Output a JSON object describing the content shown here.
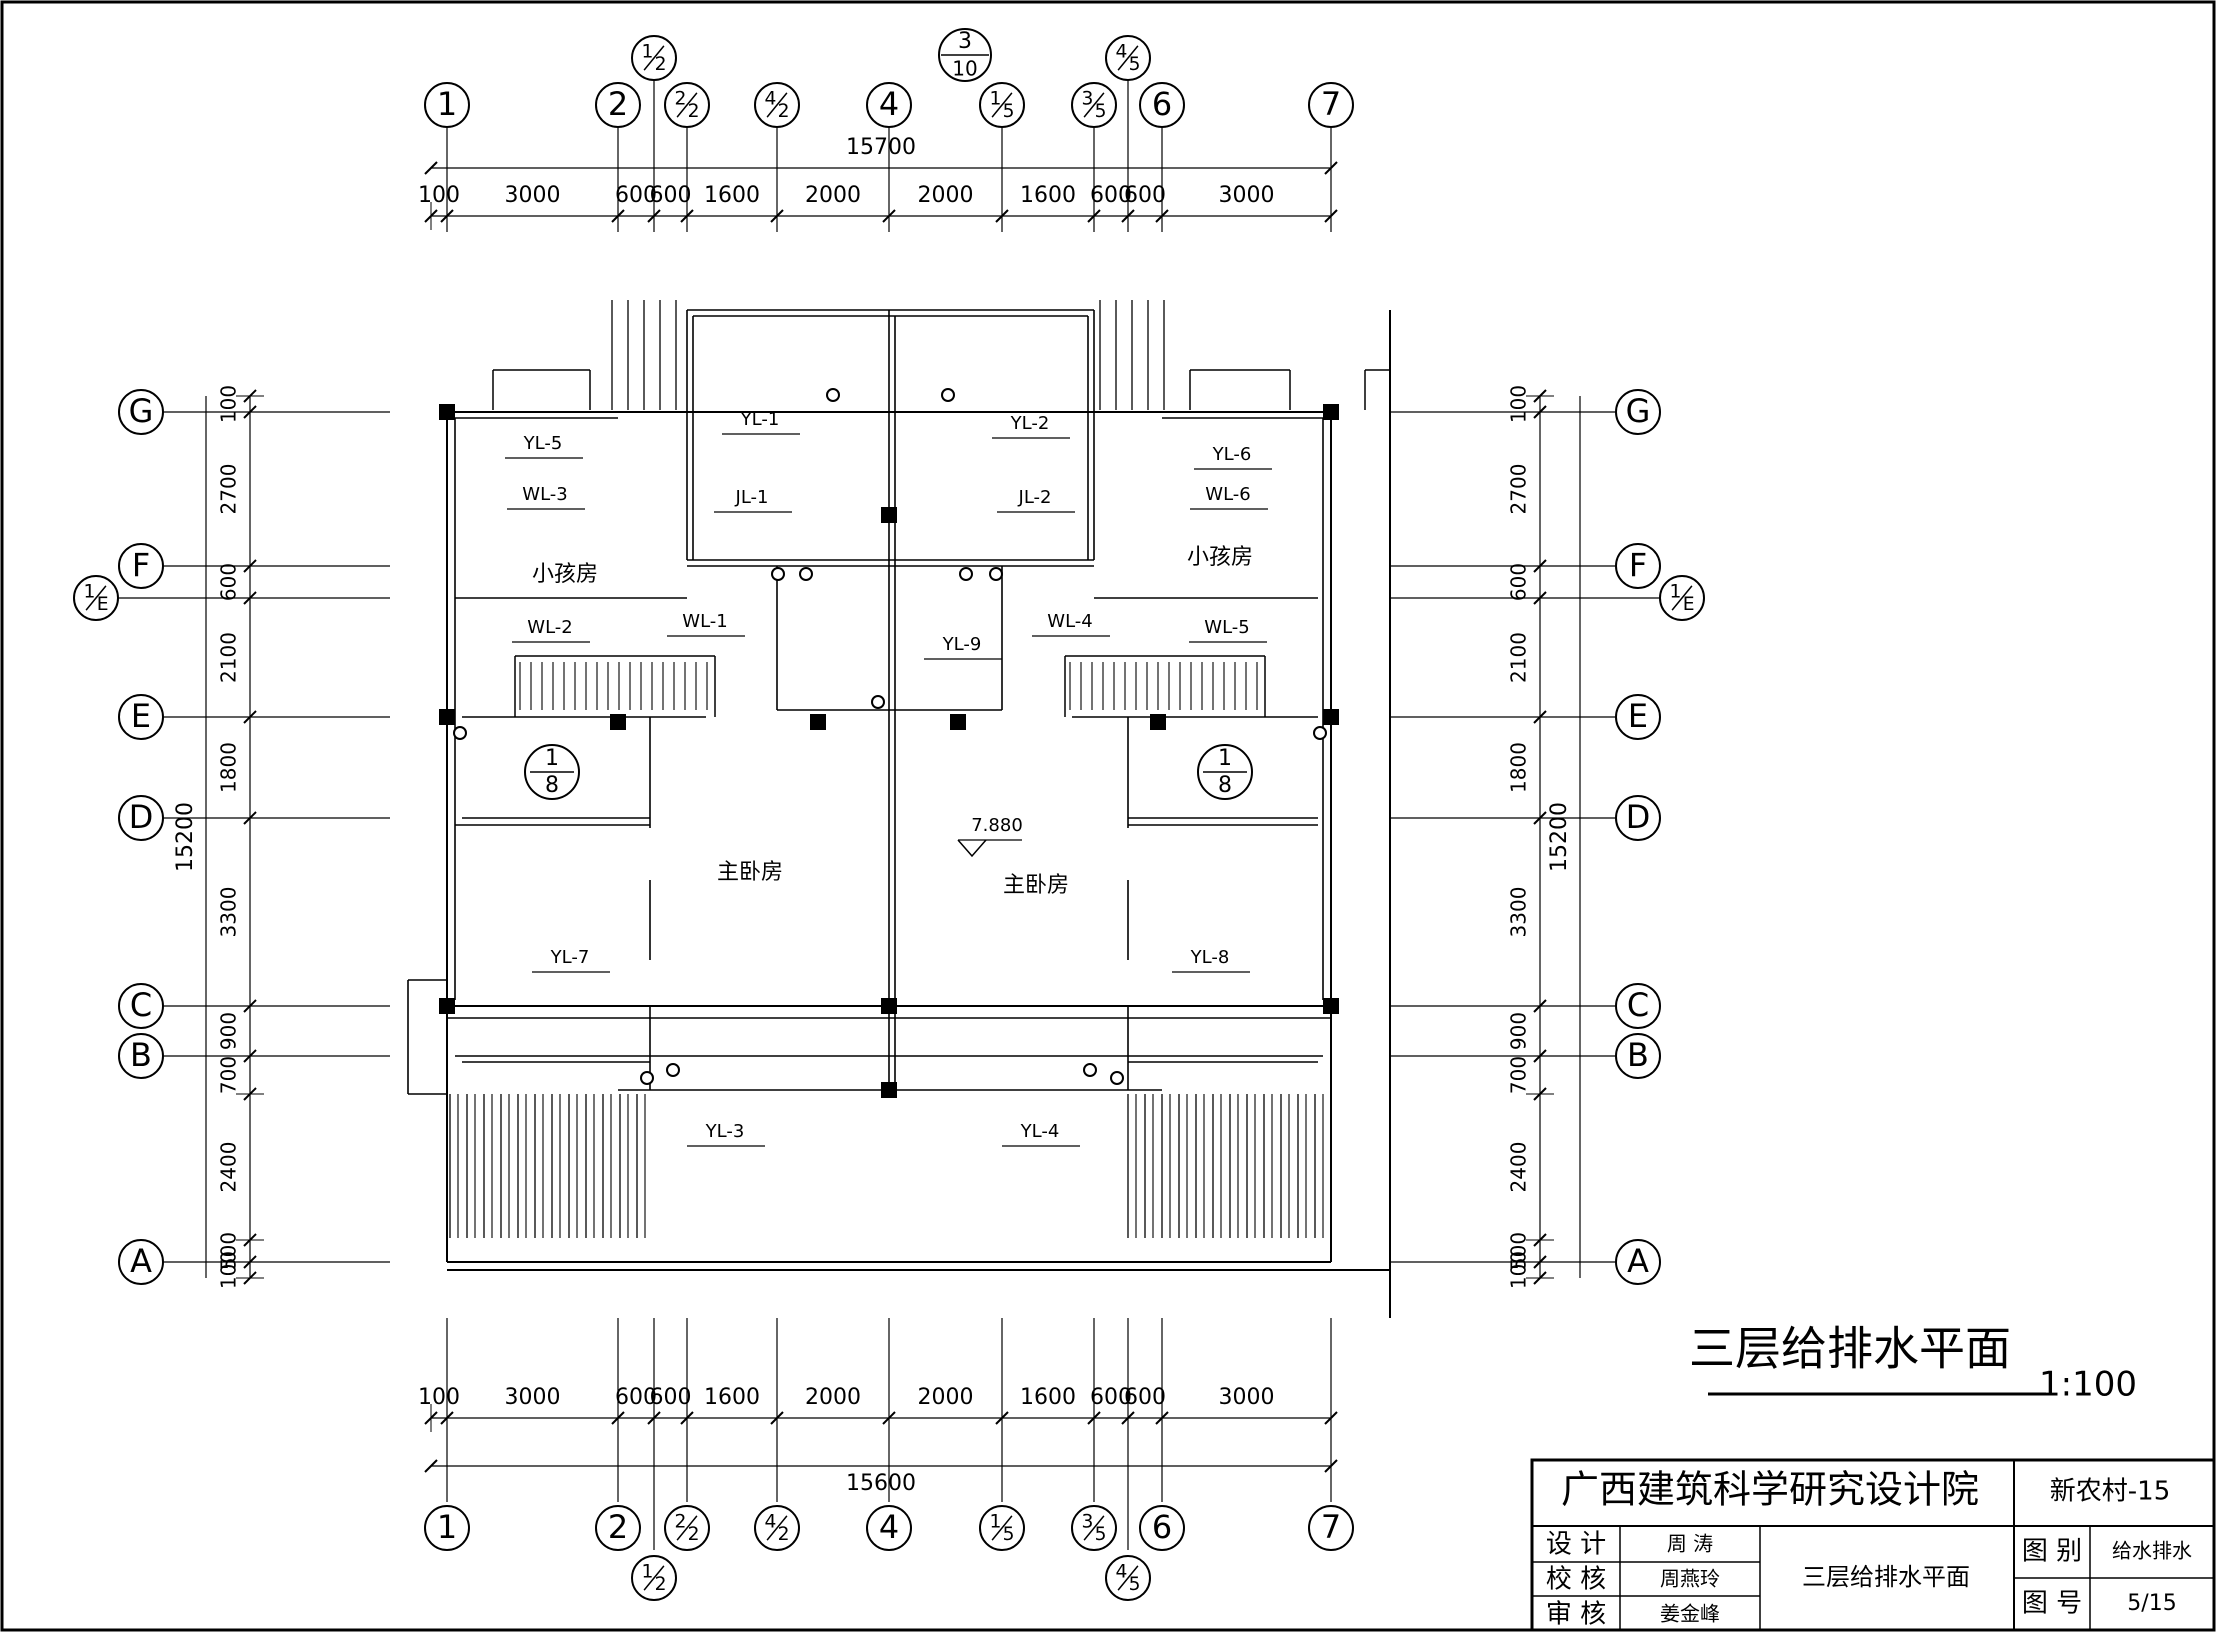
{
  "title": "三层给排水平面",
  "scale": "1:100",
  "title_block": {
    "institute": "广西建筑科学研究设计院",
    "project": "新农村-15",
    "roles": [
      {
        "role": "设 计",
        "name": "周 涛"
      },
      {
        "role": "校 核",
        "name": "周燕玲"
      },
      {
        "role": "审 核",
        "name": "姜金峰"
      }
    ],
    "drawing_name": "三层给排水平面",
    "category_label": "图 别",
    "category_value": "给水排水",
    "number_label": "图 号",
    "number_value": "5/15"
  },
  "axes": {
    "top": [
      "1",
      "2",
      "2/2",
      "4/2",
      "4",
      "1/5",
      "3/5",
      "6",
      "7"
    ],
    "top_upper": [
      "1/2",
      "4/5"
    ],
    "bottom": [
      "1",
      "2",
      "2/2",
      "4/2",
      "4",
      "1/5",
      "3/5",
      "6",
      "7"
    ],
    "bottom_lower": [
      "1/2",
      "4/5"
    ],
    "left": [
      "G",
      "F",
      "1/E",
      "E",
      "D",
      "C",
      "B",
      "A"
    ],
    "right": [
      "G",
      "F",
      "1/E",
      "E",
      "D",
      "C",
      "B",
      "A"
    ]
  },
  "detail_ref": {
    "top": "3",
    "bottom": "10"
  },
  "dimensions": {
    "top_total": "15700",
    "bottom_total": "15600",
    "horizontal": [
      "100",
      "3000",
      "600",
      "600",
      "1600",
      "2000",
      "2000",
      "1600",
      "600",
      "600",
      "3000"
    ],
    "left_total": "15200",
    "right_total": "15200",
    "vertical": [
      "100",
      "2700",
      "600",
      "2100",
      "1800",
      "3300",
      "900",
      "700",
      "2400",
      "500",
      "100"
    ]
  },
  "rooms": [
    "小孩房",
    "小孩房",
    "主卧房",
    "主卧房"
  ],
  "section_marks": [
    {
      "top": "1",
      "bottom": "8"
    },
    {
      "top": "1",
      "bottom": "8"
    }
  ],
  "elevation": "7.880",
  "pipes": [
    "YL-1",
    "YL-2",
    "YL-3",
    "YL-4",
    "YL-5",
    "YL-6",
    "YL-7",
    "YL-8",
    "YL-9",
    "JL-1",
    "JL-2",
    "WL-1",
    "WL-2",
    "WL-3",
    "WL-4",
    "WL-5",
    "WL-6"
  ]
}
